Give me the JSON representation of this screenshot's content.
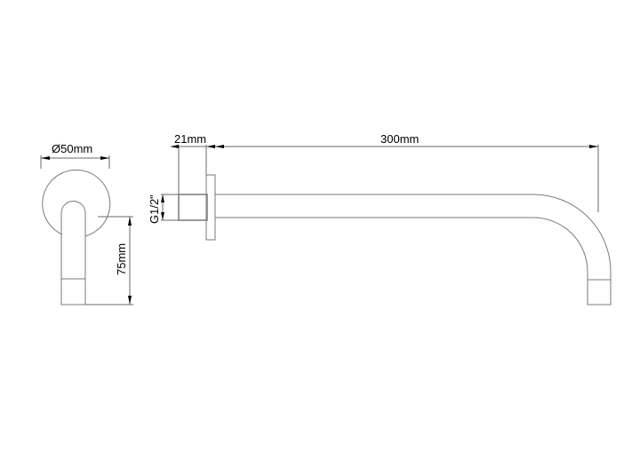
{
  "drawing": {
    "subject": "wall-mounted shower arm",
    "colors": {
      "line": "#7a7a7a",
      "text": "#000000",
      "background": "#ffffff"
    }
  },
  "dimensions": {
    "flange_diameter": "Ø50mm",
    "drop_height": "75mm",
    "thread_length": "21mm",
    "arm_length": "300mm",
    "thread_size": "G1/2\""
  }
}
